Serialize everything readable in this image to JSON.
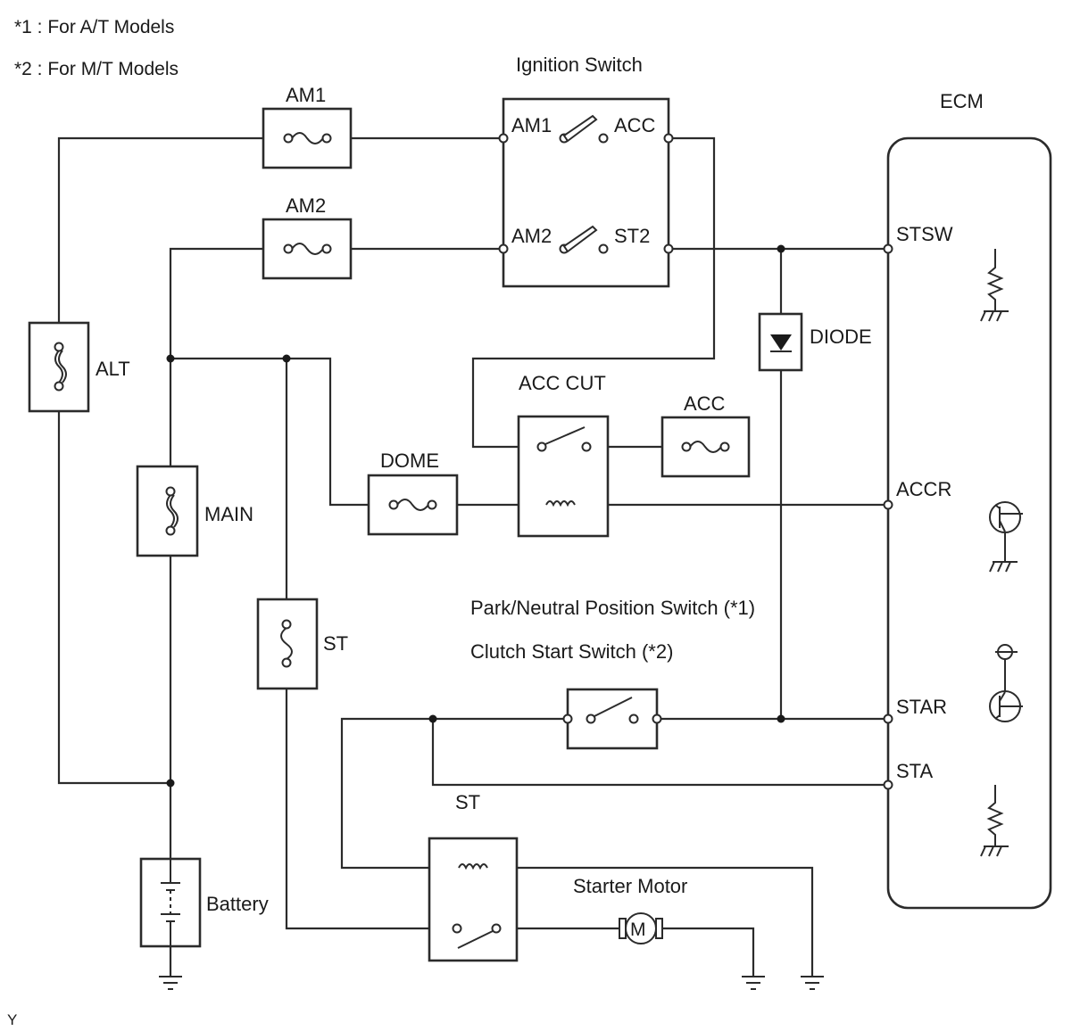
{
  "notes": [
    "*1 : For A/T Models",
    "*2 : For M/T Models"
  ],
  "ignition_switch": {
    "title": "Ignition Switch",
    "am1": "AM1",
    "acc": "ACC",
    "am2": "AM2",
    "st2": "ST2"
  },
  "ecm": {
    "title": "ECM",
    "stsw": "STSW",
    "accr": "ACCR",
    "star": "STAR",
    "sta": "STA"
  },
  "fuses": {
    "am1": "AM1",
    "am2": "AM2",
    "alt": "ALT",
    "main": "MAIN",
    "dome": "DOME",
    "acc": "ACC",
    "st": "ST"
  },
  "components": {
    "diode": "DIODE",
    "acc_cut": "ACC CUT",
    "pn_switch": "Park/Neutral Position Switch (*1)",
    "clutch_switch": "Clutch Start Switch (*2)",
    "st_wire": "ST",
    "starter_motor": "Starter Motor",
    "motor_symbol": "M",
    "battery": "Battery"
  },
  "footer_code": "Y"
}
